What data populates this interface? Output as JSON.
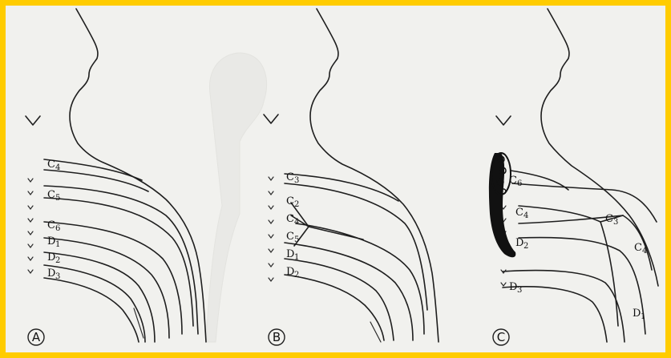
{
  "panels": [
    {
      "id": "A",
      "letter": "A",
      "labels": [
        {
          "main": "C",
          "sub": "4"
        },
        {
          "main": "C",
          "sub": "5"
        },
        {
          "main": "C",
          "sub": "6"
        },
        {
          "main": "D",
          "sub": "1"
        },
        {
          "main": "D",
          "sub": "2"
        },
        {
          "main": "D",
          "sub": "3"
        }
      ]
    },
    {
      "id": "B",
      "letter": "B",
      "labels": [
        {
          "main": "C",
          "sub": "3"
        },
        {
          "main": "C",
          "sub": "2"
        },
        {
          "main": "C",
          "sub": "4"
        },
        {
          "main": "C",
          "sub": "5"
        },
        {
          "main": "D",
          "sub": "1"
        },
        {
          "main": "D",
          "sub": "2"
        }
      ]
    },
    {
      "id": "C",
      "letter": "C",
      "labels": [
        {
          "main": "C",
          "sub": "6"
        },
        {
          "main": "C",
          "sub": "3"
        },
        {
          "main": "C",
          "sub": "4"
        },
        {
          "main": "D",
          "sub": "2"
        },
        {
          "main": "D",
          "sub": "3"
        },
        {
          "main": "D",
          "sub": "1"
        }
      ]
    }
  ],
  "colors": {
    "border": "#ffcc00",
    "paper": "#f1f1ee",
    "ink": "#1e1e1e"
  }
}
